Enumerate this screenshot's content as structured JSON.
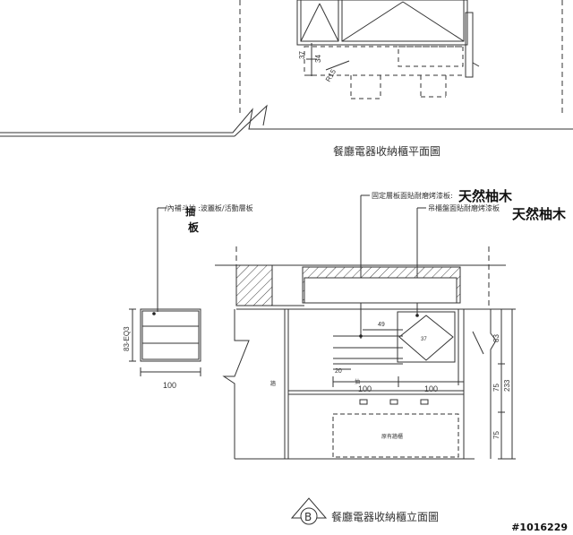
{
  "plan": {
    "title": "餐廳電器收納櫃平面圖",
    "dims": {
      "d37": "37",
      "d34": "34",
      "r": "R15"
    }
  },
  "elevation": {
    "marker_letter": "B",
    "title": "餐廳電器收納櫃立面圖",
    "notes": {
      "left": "/內補斗抽 :波麗板/活動層板",
      "left_hand1": "抽",
      "left_hand2": "板",
      "right1": "固定層板面貼耐磨烤漆板:",
      "right2": "吊櫃盤面貼耐磨烤漆板",
      "hand1": "天然柚木",
      "hand2": "天然柚木"
    },
    "detail_dims": {
      "side": "83-EQ3",
      "width": "100"
    },
    "dims": {
      "d49": "49",
      "d20": "20",
      "w1": "100",
      "w2": "100",
      "h83": "83",
      "h75a": "75",
      "h75b": "75",
      "h233": "233",
      "d37": "37"
    },
    "labels": {
      "shelf_small": "抽",
      "drawer": "原有牆櫃",
      "door": "牆"
    }
  },
  "stamp": "#1016229"
}
